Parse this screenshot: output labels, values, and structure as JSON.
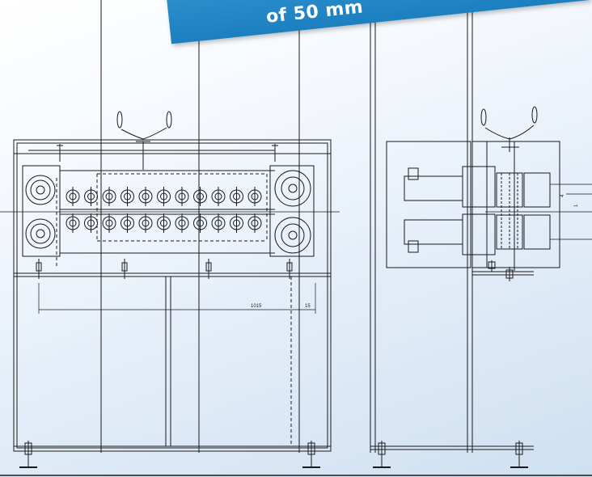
{
  "banner": {
    "text": "of 50 mm"
  },
  "dimensions": {
    "width_main": "1015",
    "width_offset": "15",
    "side_a": "4",
    "side_b": "1"
  },
  "colors": {
    "line": "#1a1a1a",
    "banner": "#1c7fc0",
    "background": "#e3edf8"
  }
}
